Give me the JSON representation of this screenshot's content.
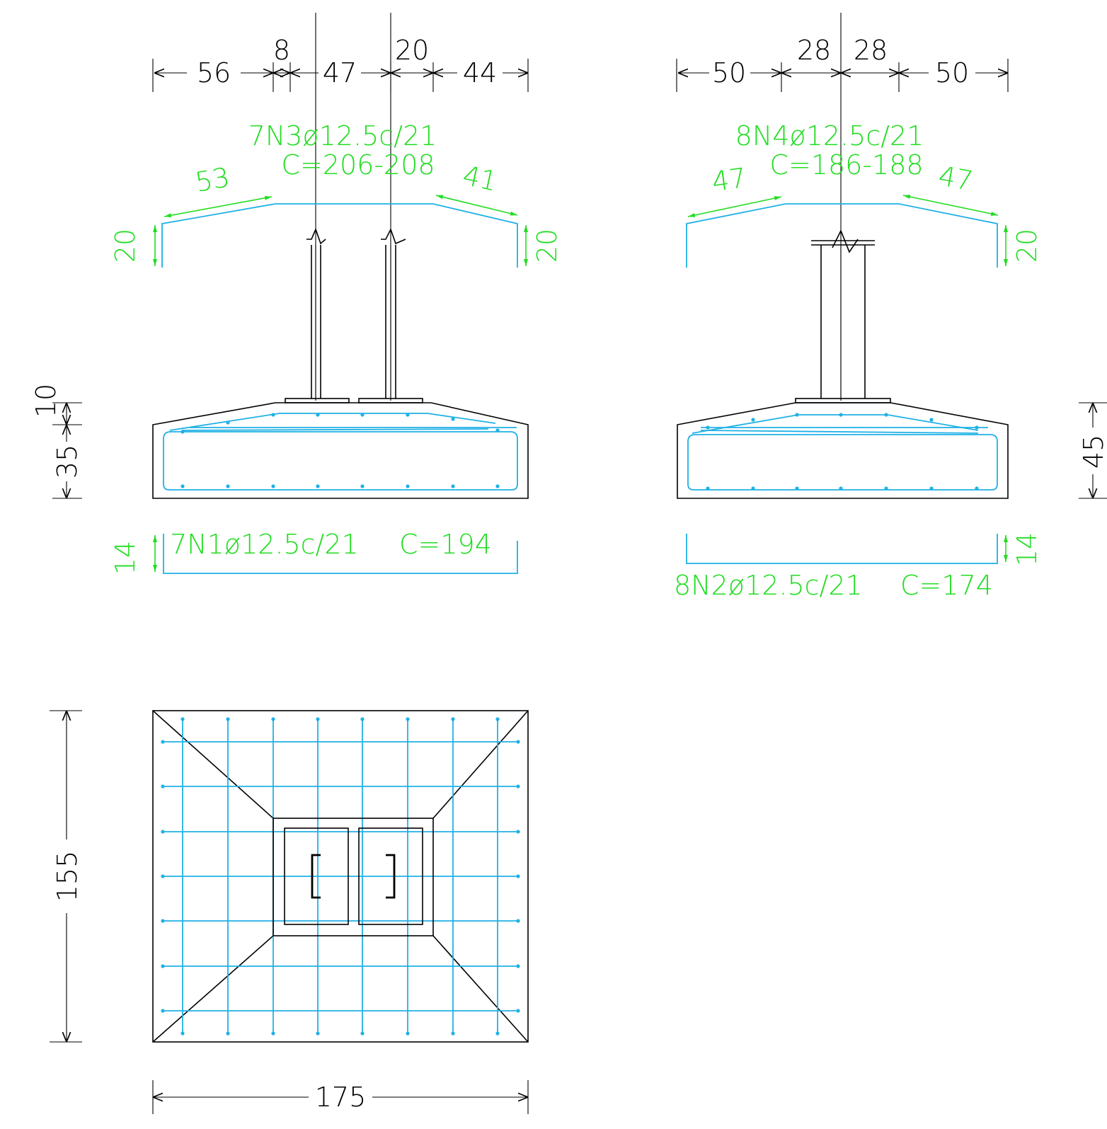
{
  "colors": {
    "concrete": "#000000",
    "rebar": "#1fb1e6",
    "annotation": "#22dd22"
  },
  "section_left": {
    "top_dims": [
      "56",
      "8",
      "47",
      "20",
      "44"
    ],
    "top_bar": {
      "label": "7N3ø12.5c/21",
      "length": "C=206-208",
      "seg_left": "53",
      "seg_right": "41",
      "hook_left": "20",
      "hook_right": "20"
    },
    "bottom_bar": {
      "label": "7N1ø12.5c/21",
      "length": "C=194",
      "hook": "14"
    },
    "height_dims": [
      "10",
      "35"
    ]
  },
  "section_right": {
    "top_dims": [
      "50",
      "28",
      "28",
      "50"
    ],
    "top_bar": {
      "label": "8N4ø12.5c/21",
      "length": "C=186-188",
      "seg_left": "47",
      "seg_right": "47",
      "hook_right": "20"
    },
    "bottom_bar": {
      "label": "8N2ø12.5c/21",
      "length": "C=174",
      "hook": "14"
    },
    "height_dim": "45"
  },
  "plan": {
    "width": "175",
    "height": "155"
  }
}
